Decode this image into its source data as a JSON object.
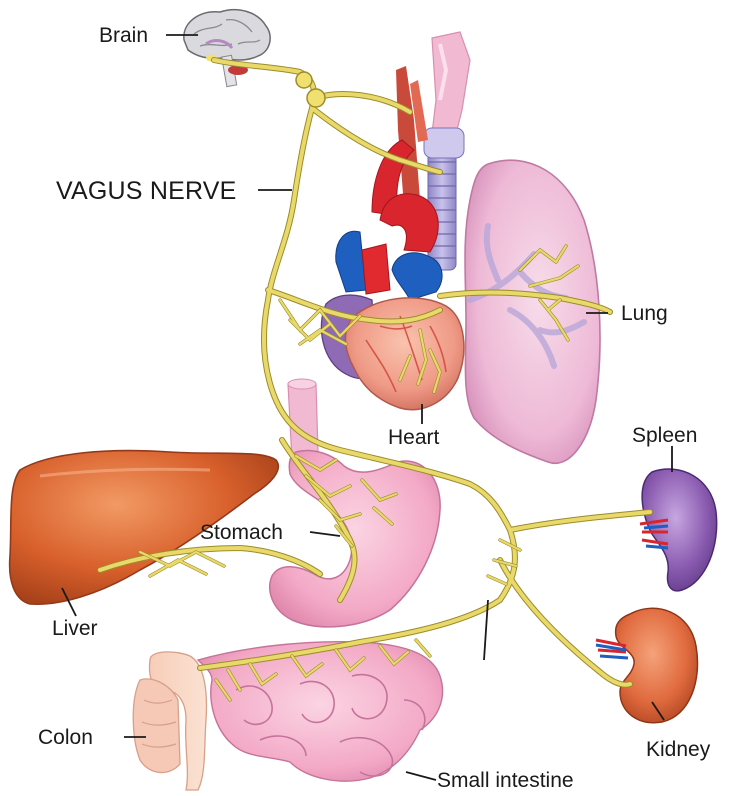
{
  "labels": {
    "brain": "Brain",
    "vagus_nerve": "VAGUS NERVE",
    "lung": "Lung",
    "heart": "Heart",
    "spleen": "Spleen",
    "liver": "Liver",
    "stomach": "Stomach",
    "colon": "Colon",
    "kidney": "Kidney",
    "small_intestine": "Small intestine"
  },
  "colors": {
    "nerve": "#e9d96a",
    "liver": "#d8602c",
    "lung": "#f0c6de",
    "heart": "#ef9a86",
    "aorta": "#d9262e",
    "vein": "#1e5fc0",
    "spleen": "#8a5bb0",
    "kidney": "#e06a3e",
    "stomach": "#f3a9c6",
    "intestine": "#f6c0d4"
  }
}
